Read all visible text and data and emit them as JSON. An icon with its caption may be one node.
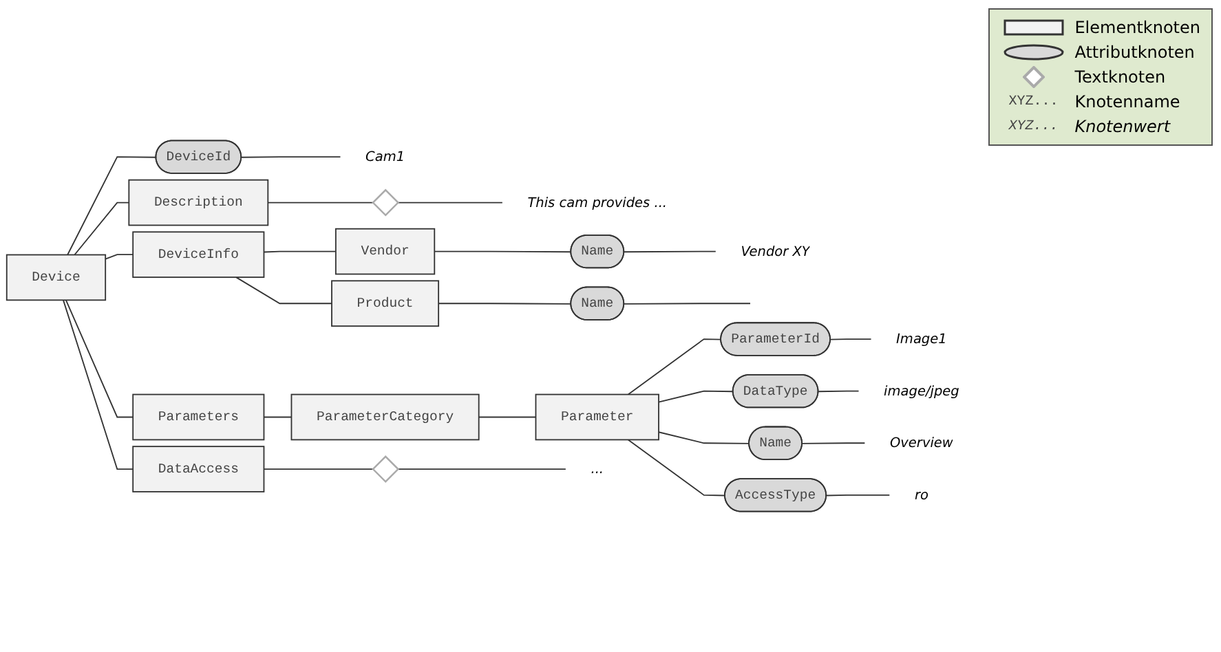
{
  "diagram": {
    "nodes": [
      {
        "text": [
          "Device"
        ]
      },
      {
        "text": [
          "DeviceId"
        ]
      },
      {
        "text": [
          "Cam1"
        ]
      },
      {
        "text": [
          "Description"
        ]
      },
      {
        "text": [],
        "shape": "diamond"
      },
      {
        "text": [
          "This cam provides ..."
        ]
      },
      {
        "text": [
          "DeviceInfo"
        ]
      },
      {
        "text": [
          "Vendor"
        ]
      },
      {
        "text": [
          "Name"
        ]
      },
      {
        "text": [
          "Vendor XY"
        ]
      },
      {
        "text": [
          "Product"
        ]
      },
      {
        "text": [
          "Name"
        ]
      },
      {
        "text": [
          "Parameters"
        ]
      },
      {
        "text": [
          "ParameterCategory"
        ]
      },
      {
        "text": [
          "Parameter"
        ]
      },
      {
        "text": [
          "ParameterId"
        ]
      },
      {
        "text": [
          "Image1"
        ]
      },
      {
        "text": [
          "DataType"
        ]
      },
      {
        "text": [
          "image/jpeg"
        ]
      },
      {
        "text": [
          "Name"
        ]
      },
      {
        "text": [
          "Overview"
        ]
      },
      {
        "text": [
          "AccessType"
        ]
      },
      {
        "text": [
          "ro"
        ]
      },
      {
        "text": [
          "DataAccess"
        ]
      },
      {
        "text": [],
        "shape": "diamond"
      },
      {
        "text": [
          "..."
        ]
      }
    ],
    "edges": [
      {
        "from": 0,
        "to": 1,
        "arrow": "none"
      },
      {
        "from": 1,
        "to": 2,
        "arrow": "none"
      },
      {
        "from": 0,
        "to": 3,
        "arrow": "none"
      },
      {
        "from": 3,
        "to": 4,
        "arrow": "none"
      },
      {
        "from": 4,
        "to": 5,
        "arrow": "none"
      },
      {
        "from": 0,
        "to": 6,
        "arrow": "none"
      },
      {
        "from": 6,
        "to": 7,
        "arrow": "none"
      },
      {
        "from": 7,
        "to": 8,
        "arrow": "none"
      },
      {
        "from": 8,
        "to": 9,
        "arrow": "none"
      },
      {
        "from": 6,
        "to": 10,
        "arrow": "none"
      },
      {
        "from": 10,
        "to": 11,
        "arrow": "none"
      },
      {
        "from": 11,
        "to": null,
        "arrow": "none"
      },
      {
        "from": 0,
        "to": 12,
        "arrow": "none"
      },
      {
        "from": 12,
        "to": 13,
        "arrow": "none"
      },
      {
        "from": 13,
        "to": 14,
        "arrow": "none"
      },
      {
        "from": 14,
        "to": 15,
        "arrow": "none"
      },
      {
        "from": 15,
        "to": 16,
        "arrow": "none"
      },
      {
        "from": 14,
        "to": 17,
        "arrow": "none"
      },
      {
        "from": 17,
        "to": 18,
        "arrow": "none"
      },
      {
        "from": 14,
        "to": 19,
        "arrow": "none"
      },
      {
        "from": 19,
        "to": 20,
        "arrow": "none"
      },
      {
        "from": 14,
        "to": 21,
        "arrow": "none"
      },
      {
        "from": 21,
        "to": 22,
        "arrow": "none"
      },
      {
        "from": 0,
        "to": 23,
        "arrow": "none"
      },
      {
        "from": 23,
        "to": 24,
        "arrow": "none"
      },
      {
        "from": 24,
        "to": 25,
        "arrow": "none"
      }
    ],
    "labels": [
      "XYZ...",
      "XYZ..."
    ],
    "legend": [
      {
        "text": "Elementknoten"
      },
      {
        "text": "Attributknoten"
      },
      {
        "text": "Textknoten"
      },
      {
        "text": "Knotenname"
      },
      {
        "text": "Knotenwert"
      }
    ]
  }
}
